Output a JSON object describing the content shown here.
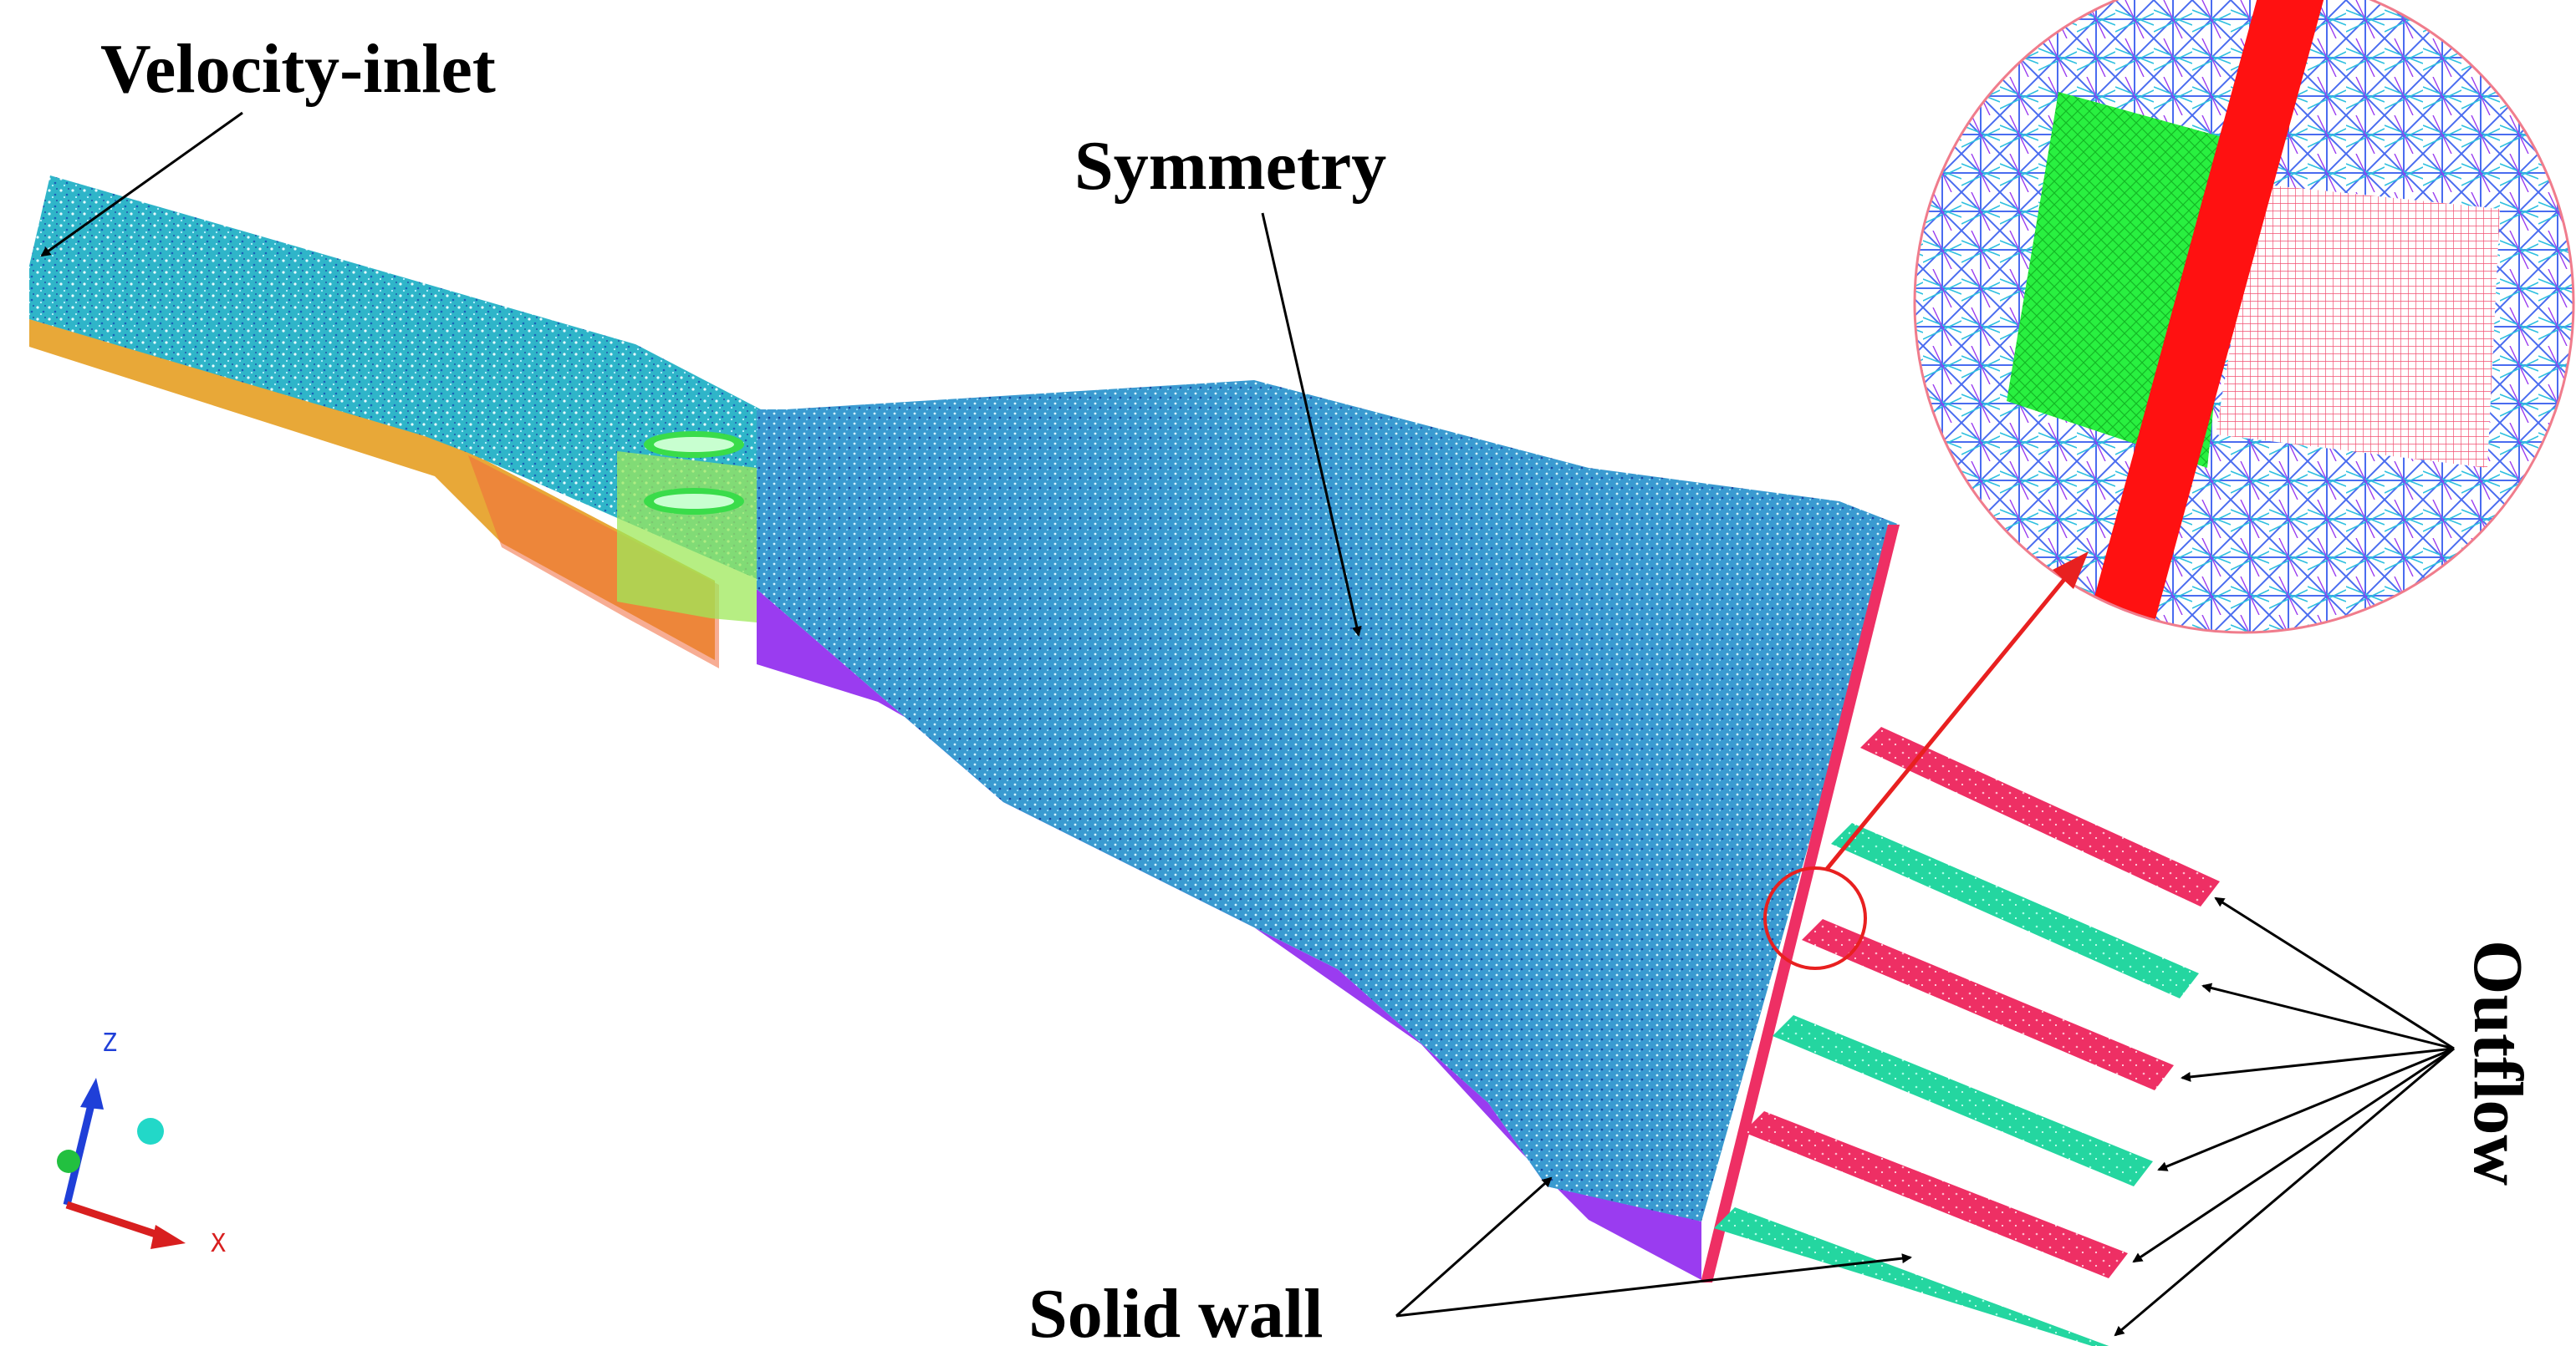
{
  "labels": {
    "velocity_inlet": "Velocity-inlet",
    "symmetry": "Symmetry",
    "solid_wall": "Solid wall",
    "outflow": "Outflow"
  },
  "axes": {
    "z": "Z",
    "x": "X"
  },
  "colors": {
    "mesh_cyan": "#2fb5c9",
    "mesh_blue": "#3a86c8",
    "wall_orange": "#e8a838",
    "wall_purple": "#9a3cf0",
    "outlet_red": "#ee2f64",
    "outlet_green": "#24d6a0",
    "zoom_red": "#ff1111",
    "zoom_green": "#22ee33",
    "axis_z": "#1f3fd8",
    "axis_x": "#d81f1f"
  },
  "icons": [
    "arrow-icon",
    "magnifier-circle-icon",
    "axis-triad-icon"
  ]
}
